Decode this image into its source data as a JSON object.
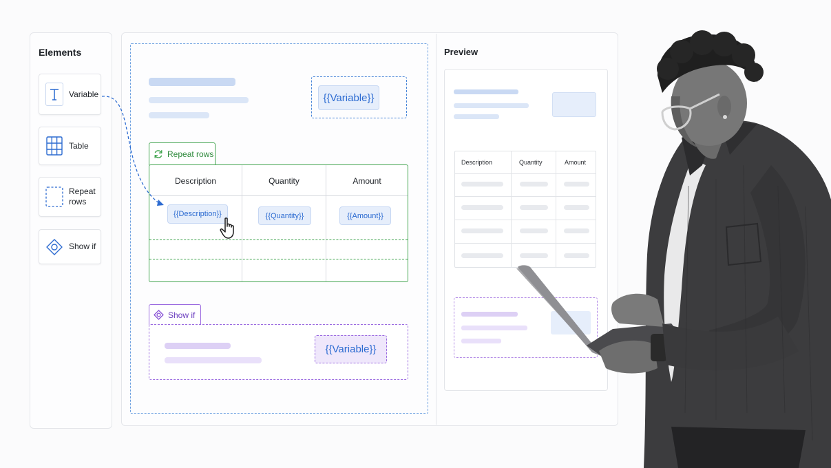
{
  "elements_panel": {
    "title": "Elements",
    "items": [
      {
        "label": "Variable",
        "icon": "text-t-icon"
      },
      {
        "label": "Table",
        "icon": "table-grid-icon"
      },
      {
        "label": "Repeat rows",
        "icon": "dashed-square-icon"
      },
      {
        "label": "Show if",
        "icon": "eye-icon"
      }
    ]
  },
  "editor": {
    "header_variable": "{{Variable}}",
    "repeat_rows": {
      "tag_label": "Repeat rows",
      "columns": [
        "Description",
        "Quantity",
        "Amount"
      ],
      "row_values": [
        "{{Description}}",
        "{{Quantity}}",
        "{{Amount}}"
      ]
    },
    "show_if": {
      "tag_label": "Show if",
      "variable": "{{Variable}}"
    }
  },
  "preview": {
    "title": "Preview",
    "columns": [
      "Description",
      "Quantity",
      "Amount"
    ]
  },
  "colors": {
    "accent_blue": "#2c6bd1",
    "repeat_green": "#3fa34d",
    "show_if_purple": "#8a55d6"
  }
}
